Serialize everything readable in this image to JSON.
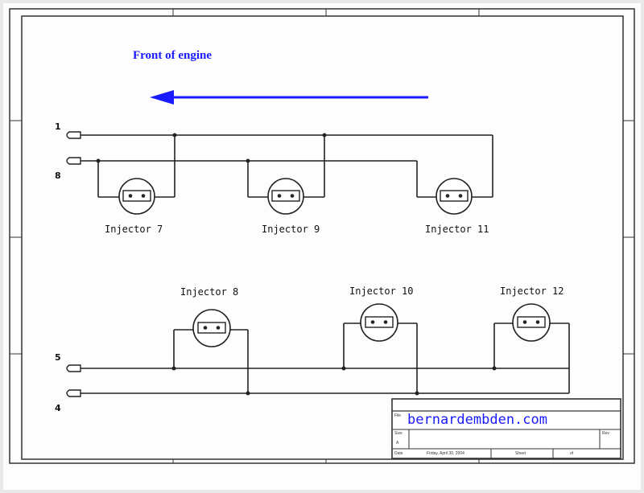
{
  "title": "Front of engine",
  "website": "bernardembden.com",
  "colors": {
    "accent": "#1a1aff",
    "wire": "#222222",
    "paper": "#fdfdfd"
  },
  "connectors": [
    {
      "id": "c1",
      "label": "1"
    },
    {
      "id": "c8",
      "label": "8"
    },
    {
      "id": "c5",
      "label": "5"
    },
    {
      "id": "c4",
      "label": "4"
    }
  ],
  "injectors": [
    {
      "id": "inj7",
      "label": "Injector 7"
    },
    {
      "id": "inj9",
      "label": "Injector 9"
    },
    {
      "id": "inj11",
      "label": "Injector 11"
    },
    {
      "id": "inj8",
      "label": "Injector 8"
    },
    {
      "id": "inj10",
      "label": "Injector 10"
    },
    {
      "id": "inj12",
      "label": "Injector 12"
    }
  ],
  "title_block": {
    "file_label": "File",
    "size_label": "Size",
    "size_value": "A",
    "rev_label": "Rev",
    "date_label": "Date",
    "date_value": "Friday, April 30, 2004",
    "sheet_label": "Sheet",
    "of_label": "of"
  }
}
